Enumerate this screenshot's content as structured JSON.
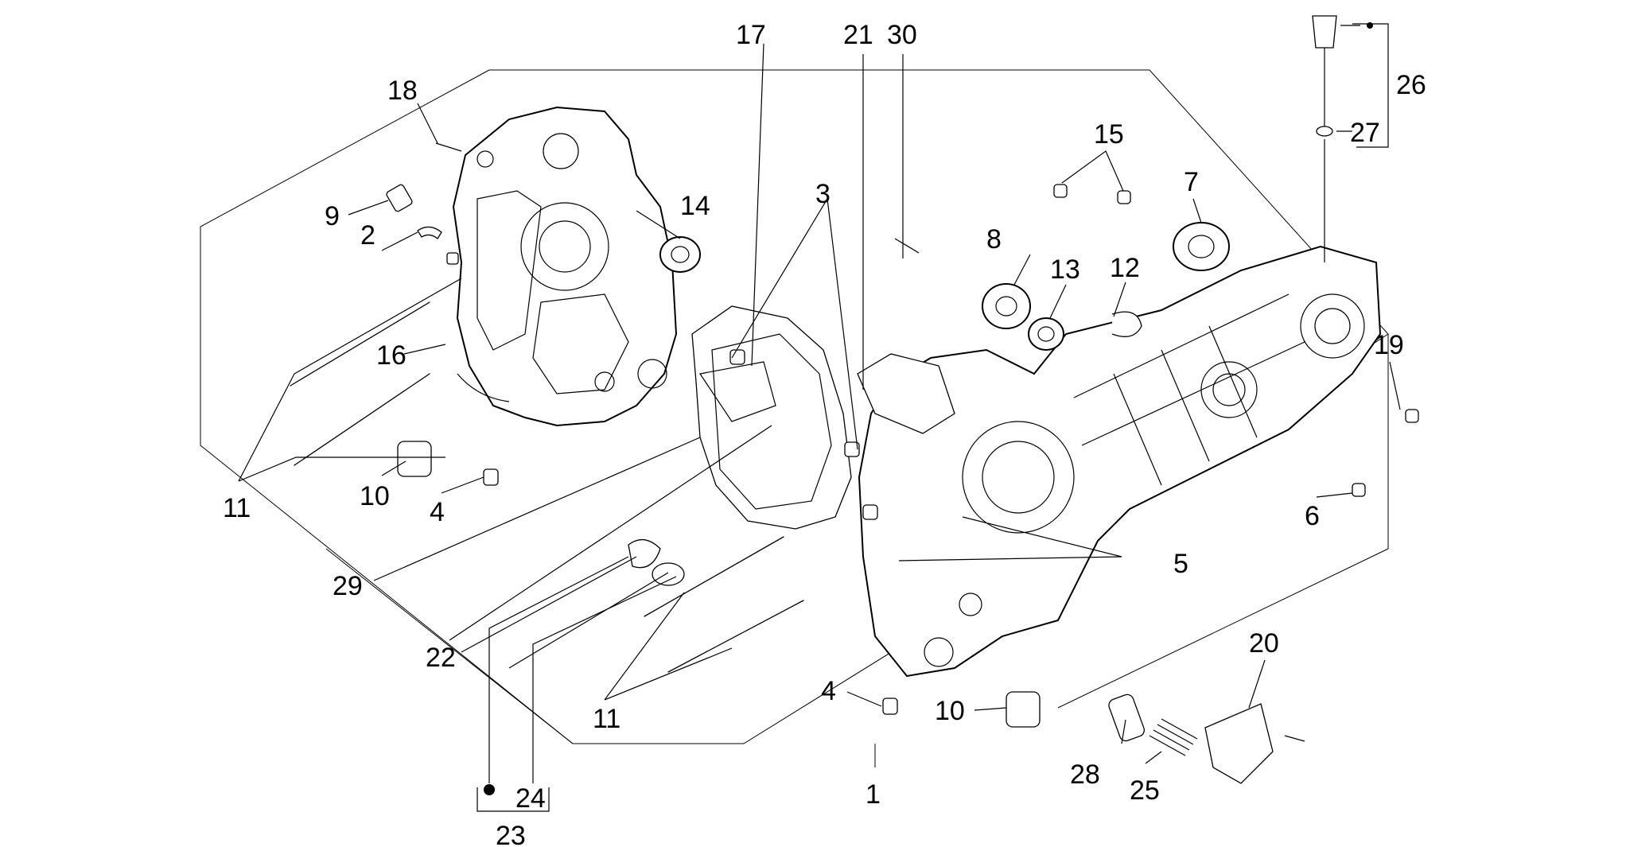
{
  "callouts": {
    "c1": "1",
    "c2": "2",
    "c3": "3",
    "c4a": "4",
    "c4b": "4",
    "c5": "5",
    "c6": "6",
    "c7": "7",
    "c8": "8",
    "c9": "9",
    "c10a": "10",
    "c10b": "10",
    "c11a": "11",
    "c11b": "11",
    "c12": "12",
    "c13": "13",
    "c14": "14",
    "c15": "15",
    "c16": "16",
    "c17": "17",
    "c18": "18",
    "c19": "19",
    "c20": "20",
    "c21": "21",
    "c22": "22",
    "c23": "23",
    "c24": "24",
    "c25": "25",
    "c26": "26",
    "c27": "27",
    "c28": "28",
    "c29": "29",
    "c30": "30"
  }
}
